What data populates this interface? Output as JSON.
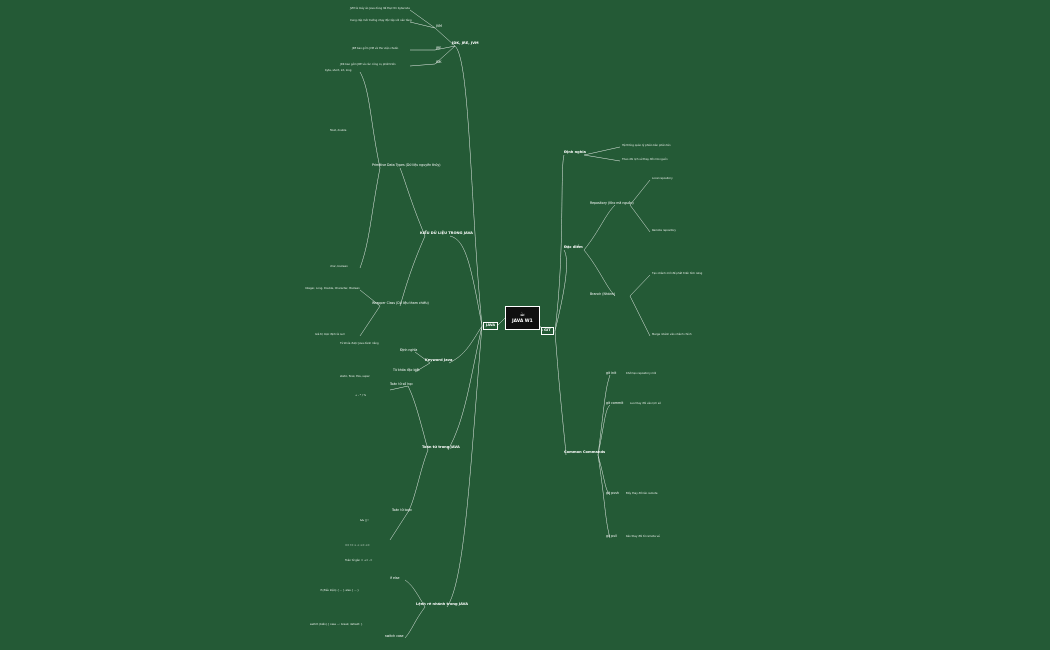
{
  "root": {
    "title": "JAVA W1",
    "icon": "java-cup-icon"
  },
  "left_main": {
    "label": "JAVA"
  },
  "right_main": {
    "label": "GIT"
  },
  "branches": {
    "jdk": "JDK, JRE, JVM",
    "datatype": "KIỂU DỮ LIỆU TRONG JAVA",
    "keyword": "Keyword Java",
    "operators": "Toán tử trong JAVA",
    "control": "Lệnh rẽ nhánh trong JAVA",
    "git_def": "Định nghĩa",
    "git_feat": "Đặc điểm",
    "git_cmd": "Common Commands"
  },
  "mid": {
    "jdk_a": "JVM",
    "jdk_b": "JRE",
    "jdk_c": "JDK",
    "primitive": "Primitive Data Types (Dữ liệu nguyên thủy)",
    "wrapper": "Wrapper Class (Dữ liệu tham chiếu)",
    "kw_a": "Định nghĩa",
    "kw_b": "Từ khóa đặc biệt",
    "repo": "Repository (Kho mã nguồn)",
    "branch": "Branch (Nhánh)",
    "ops_arith": "Toán tử số học",
    "ops_logic": "Toán tử logic",
    "if_else": "if else",
    "switch": "switch case",
    "git_init": "git init",
    "git_commit": "git commit",
    "git_push": "git push",
    "git_pull": "git pull"
  },
  "leaves": {
    "jdk_l1": "JVM là máy ảo Java dùng để thực thi bytecode",
    "jdk_l2": "Cung cấp môi trường chạy độc lập với nền tảng",
    "jdk_l3": "JRE bao gồm JVM và thư viện chuẩn",
    "jdk_l4": "JDK bao gồm JRE và các công cụ phát triển",
    "dt_l1": "byte, short, int, long",
    "dt_l2": "float, double",
    "dt_l3": "char, boolean",
    "dt_l4": "Integer, Long, Double, Character, Boolean",
    "dt_l5": "Giá trị mặc định là null",
    "kw_l1": "Từ khóa được Java dành riêng",
    "kw_l2": "static, final, this, super",
    "op_l1": "+ - * / %",
    "op_l2": "&& || !",
    "op_l3": "== != > < >= <=",
    "op_l4": "Toán tử gán = += -=",
    "ctl_l1": "if (điều kiện) { ... } else { ... }",
    "ctl_l2": "switch (biến) { case ...: break; default: }",
    "git_l1": "Hệ thống quản lý phiên bản phân tán",
    "git_l2": "Theo dõi lịch sử thay đổi mã nguồn",
    "git_l3": "Local repository",
    "git_l4": "Remote repository",
    "git_l5": "Tạo nhánh mới để phát triển tính năng",
    "git_l6": "Merge nhánh vào nhánh chính",
    "git_l7": "Khởi tạo repository mới",
    "git_l8": "Lưu thay đổi vào lịch sử",
    "git_l9": "Đẩy thay đổi lên remote",
    "git_l10": "Kéo thay đổi từ remote về"
  },
  "colors": {
    "background": "#245a36",
    "line": "#ffffff",
    "root_bg": "#0f0f0f"
  }
}
